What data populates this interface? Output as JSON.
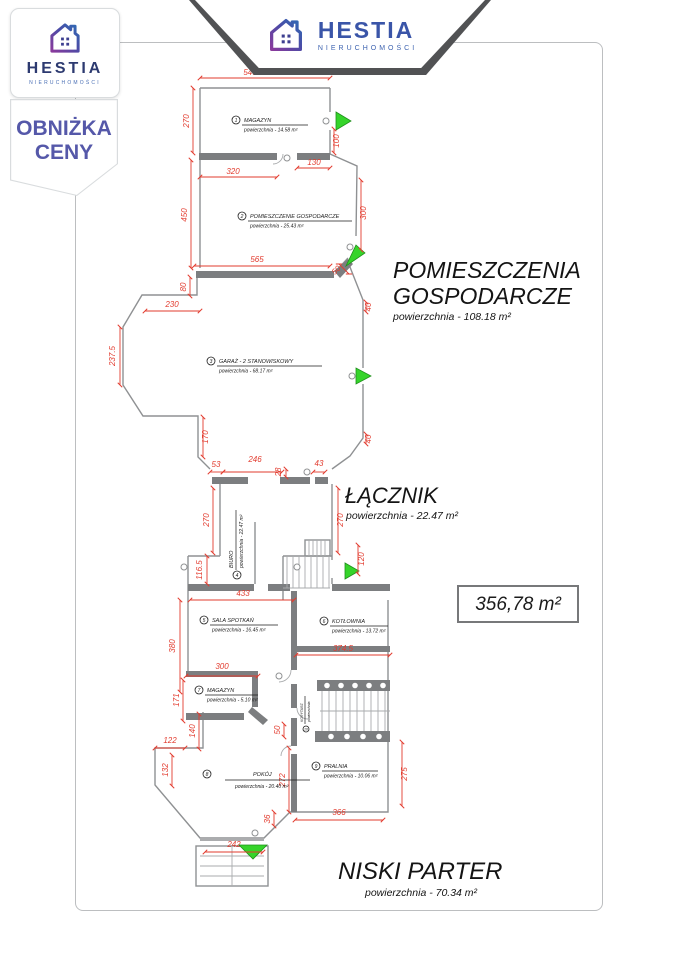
{
  "branding": {
    "logo_text": "HESTIA",
    "logo_subtext": "NIERUCHOMOŚCI",
    "promo_line1": "OBNIŻKA",
    "promo_line2": "CENY",
    "navy": "#2d3a70",
    "blue": "#3a55a8",
    "purple": "#8a3a9c",
    "promo_color": "#5558a9"
  },
  "plan": {
    "colors": {
      "dimension_red": "#e23b2e",
      "wall_gray": "#7c7e80",
      "arrow_green": "#35d42a"
    },
    "total_area_box": "356,78 m²",
    "sections": [
      {
        "title_line1": "POMIESZCZENIA",
        "title_line2": "GOSPODARCZE",
        "area": "powierzchnia - 108.18 m²"
      },
      {
        "title_line1": "ŁĄCZNIK",
        "area": "powierzchnia - 22.47 m²"
      },
      {
        "title_line1": "NISKI PARTER",
        "area": "powierzchnia - 70.34 m²"
      }
    ],
    "rooms": [
      {
        "num": "1",
        "name": "MAGAZYN",
        "area": "powierzchnia - 14.58 m²"
      },
      {
        "num": "2",
        "name": "POMIESZCZENIE GOSPODARCZE",
        "area": "powierzchnia - 25.43 m²"
      },
      {
        "num": "3",
        "name": "GARAŻ - 2 STANOWISKOWY",
        "area": "powierzchnia - 68.17 m²"
      },
      {
        "num": "4",
        "name": "BIURO",
        "area": "powierzchnia - 22.47 m²"
      },
      {
        "num": "5",
        "name": "SALA SPOTKAŃ",
        "area": "powierzchnia - 16.45 m²"
      },
      {
        "num": "6",
        "name": "KOTŁOWNIA",
        "area": "powierzchnia - 13.72 m²"
      },
      {
        "num": "7",
        "name": "MAGAZYN",
        "area": "powierzchnia - 5.10 m²"
      },
      {
        "num": "8",
        "name": "POKÓJ",
        "area": "powierzchnia - 20.40 m²"
      },
      {
        "num": "9",
        "name": "PRALNIA",
        "area": "powierzchnia - 10.06 m²"
      },
      {
        "num": "10",
        "name": "KORYTARZ",
        "area": "powierzchnia"
      }
    ],
    "dims": {
      "d540": "540",
      "d270a": "270",
      "d320": "320",
      "d130": "130",
      "d100": "100",
      "d450": "450",
      "d300a": "300",
      "d565": "565",
      "d80": "80",
      "d230": "230",
      "d2375": "237.5",
      "d170": "170",
      "d40a": "40",
      "d40b": "40",
      "d50a": "50",
      "d53": "53",
      "d246": "246",
      "d28": "28",
      "d43": "43",
      "d270b": "270",
      "d270c": "270",
      "d1165": "116.5",
      "d433": "433",
      "d380": "380",
      "d120": "120",
      "d3745": "374.5",
      "d300b": "300",
      "d171": "171",
      "d140": "140",
      "d122": "122",
      "d132": "132",
      "d50b": "50",
      "d272": "272",
      "d275": "275",
      "d366": "366",
      "d36": "36",
      "d242": "242"
    }
  }
}
